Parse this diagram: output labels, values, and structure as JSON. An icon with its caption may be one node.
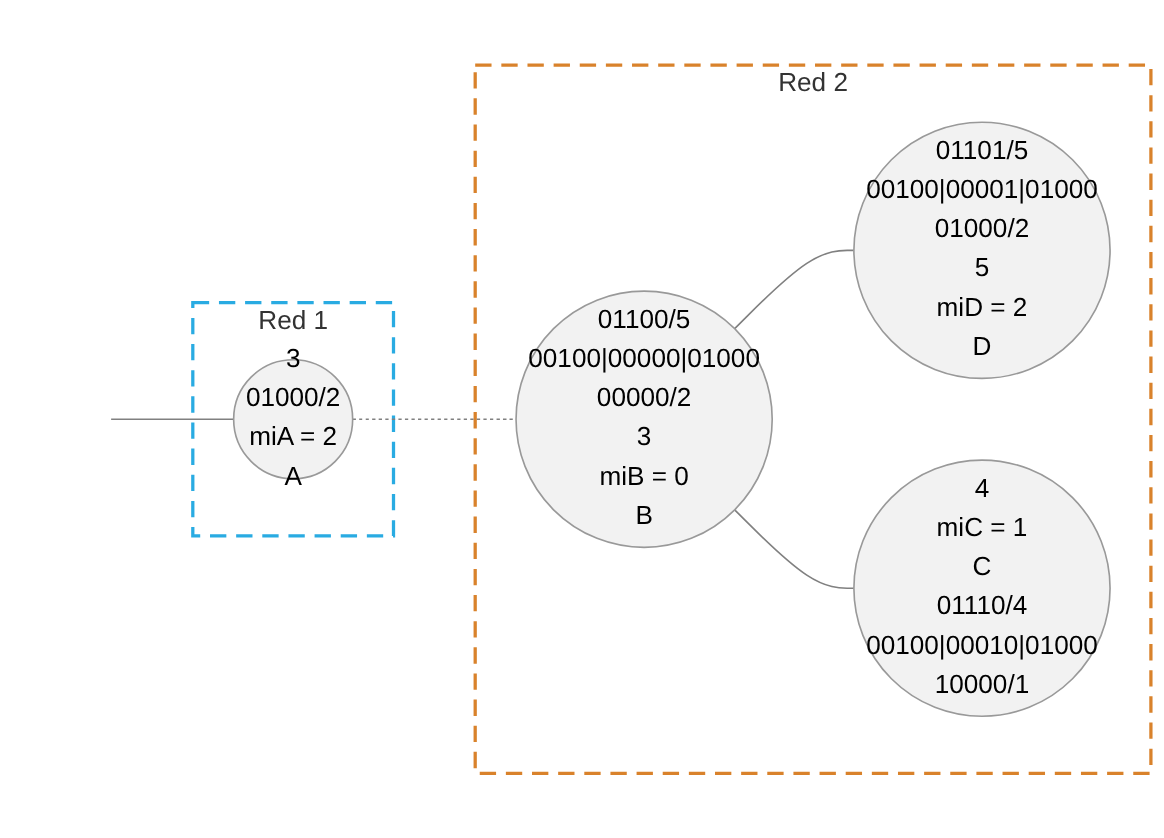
{
  "diagram": {
    "nodes": [
      {
        "text": [
          "Red 1"
        ]
      },
      {
        "text": [
          "3",
          "01000/2",
          "miA = 2",
          "A"
        ],
        "in": 0
      },
      {
        "text": [
          "Red 2"
        ]
      },
      {
        "text": [
          "01100/5",
          "00100|00000|01000",
          "00000/2",
          "3",
          "miB = 0",
          "B"
        ],
        "in": 2
      },
      {
        "text": [
          "01101/5",
          "00100|00001|01000",
          "01000/2",
          "5",
          "miD = 2",
          "D"
        ],
        "in": 2
      },
      {
        "text": [
          "4",
          "miC = 1",
          "C",
          "01110/4",
          "00100|00010|01000",
          "10000/1"
        ],
        "in": 2
      }
    ],
    "edges": [
      {
        "from": null,
        "to": 1,
        "arrow": "none"
      },
      {
        "from": 1,
        "to": 3,
        "arrow": "none",
        "style": "dashed",
        "color": "#808080"
      },
      {
        "from": 3,
        "to": 4,
        "arrow": "none"
      },
      {
        "from": 3,
        "to": 5,
        "arrow": "none"
      }
    ]
  }
}
